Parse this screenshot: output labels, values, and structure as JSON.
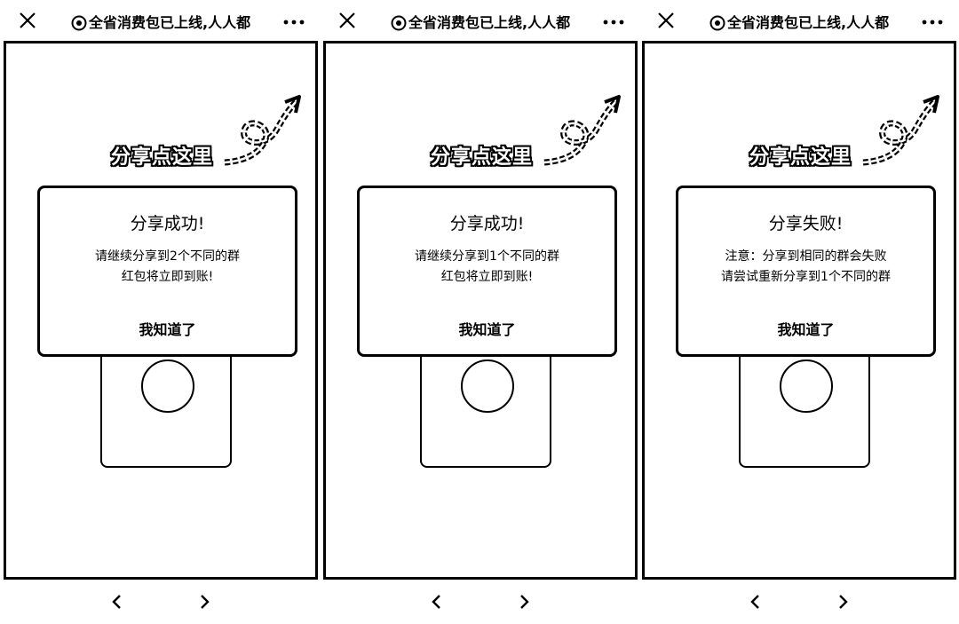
{
  "panels": [
    {
      "page_title": "全省消费包已上线,人人都",
      "cta_text": "分享点这里",
      "dialog": {
        "title": "分享成功!",
        "line1": "请继续分享到2个不同的群",
        "line2": "红包将立即到账!",
        "button": "我知道了"
      }
    },
    {
      "page_title": "全省消费包已上线,人人都",
      "cta_text": "分享点这里",
      "dialog": {
        "title": "分享成功!",
        "line1": "请继续分享到1个不同的群",
        "line2": "红包将立即到账!",
        "button": "我知道了"
      }
    },
    {
      "page_title": "全省消费包已上线,人人都",
      "cta_text": "分享点这里",
      "dialog": {
        "title": "分享失败!",
        "line1": "注意：分享到相同的群会失败",
        "line2": "请尝试重新分享到1个不同的群",
        "button": "我知道了"
      }
    }
  ],
  "icons": {
    "close": "close-icon",
    "title": "red-envelope-icon",
    "more": "more-dots-icon",
    "arrow": "swirl-arrow-icon",
    "prev": "chevron-left-icon",
    "next": "chevron-right-icon"
  }
}
